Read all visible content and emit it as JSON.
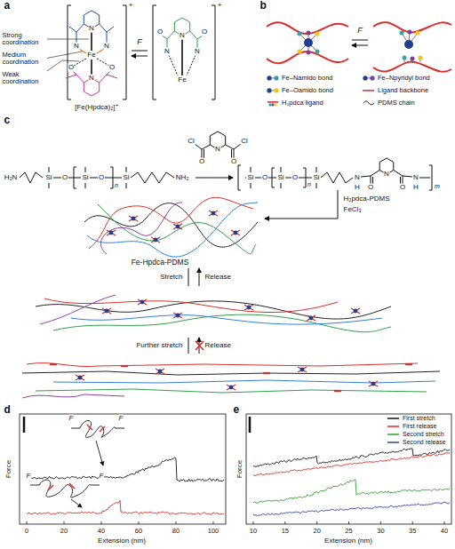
{
  "diagram": {
    "labels": [
      "a",
      "Strong coordination",
      "Medium coordination",
      "Weak coordination",
      "+",
      "N",
      "N",
      "N",
      "Fe",
      "N",
      "O",
      "O",
      "[Fe(Hpdca)₂]⁺",
      "F",
      "+",
      "N",
      "N",
      "N",
      "Fe",
      "O",
      "O",
      "b",
      "F",
      "c",
      "Cl",
      "Cl",
      "O",
      "N",
      "O",
      "H₂N",
      "Si",
      "O",
      "Si",
      "O",
      "n",
      "Si",
      "NH₂",
      "Si",
      "O",
      "Si",
      "O",
      "n",
      "Si",
      "N",
      "H",
      "O",
      "N",
      "O",
      "N",
      "H",
      "m",
      "H₂pdca-PDMS",
      "FeCl₃",
      "Fe-Hpdca-PDMS",
      "Stretch",
      "Release",
      "Further stretch",
      "Release",
      "d",
      "F",
      "F",
      "F",
      "F",
      "Force",
      "0",
      "20",
      "40",
      "60",
      "80",
      "100",
      "Extension (nm)",
      "e",
      "Force",
      "10",
      "15",
      "20",
      "25",
      "30",
      "35",
      "40",
      "Extension (nm)"
    ],
    "legend": [
      {
        "text": "Fe–Namido bond",
        "color": "#3b9ea8"
      },
      {
        "text": "Fe–Npyridyl bond",
        "color": "#7b3fa0"
      },
      {
        "text": "Fe–Oamido bond",
        "color": "#f0c419"
      },
      {
        "text": "Ligand backbone"
      },
      {
        "text": "H₂pdca ligand"
      },
      {
        "text": "PDMS chain"
      },
      {
        "text": "First stretch"
      },
      {
        "text": "First release"
      },
      {
        "text": "Second stretch"
      },
      {
        "text": "Second release"
      }
    ]
  }
}
